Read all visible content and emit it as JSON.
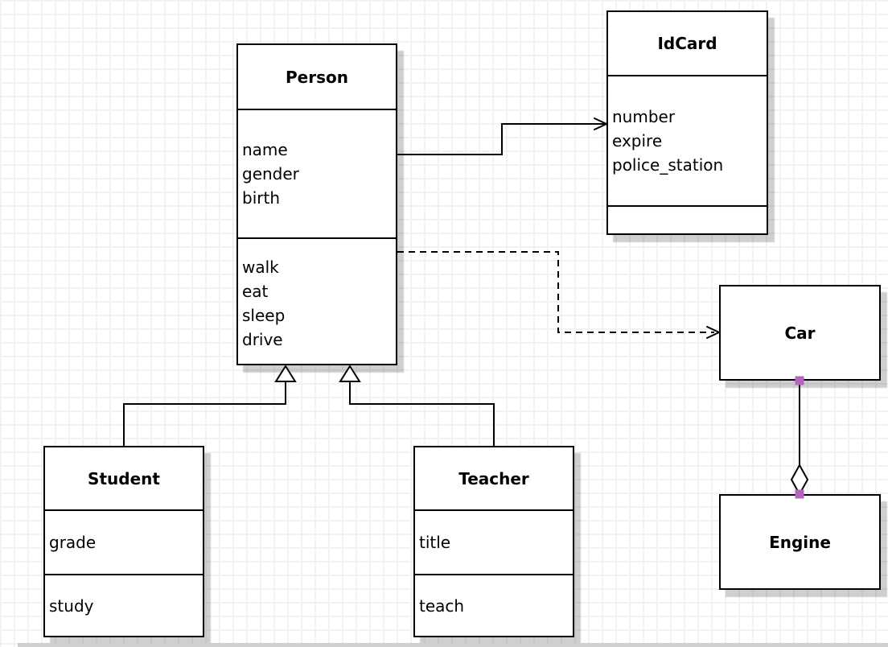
{
  "diagram": {
    "type": "uml-class-diagram",
    "classes": {
      "person": {
        "name": "Person",
        "attributes": [
          "name",
          "gender",
          "birth"
        ],
        "methods": [
          "walk",
          "eat",
          "sleep",
          "drive"
        ]
      },
      "idcard": {
        "name": "IdCard",
        "attributes": [
          "number",
          "expire",
          "police_station"
        ],
        "methods": []
      },
      "car": {
        "name": "Car",
        "attributes": [],
        "methods": []
      },
      "engine": {
        "name": "Engine",
        "attributes": [],
        "methods": []
      },
      "student": {
        "name": "Student",
        "attributes": [
          "grade"
        ],
        "methods": [
          "study"
        ]
      },
      "teacher": {
        "name": "Teacher",
        "attributes": [
          "title"
        ],
        "methods": [
          "teach"
        ]
      }
    },
    "relationships": [
      {
        "from": "Person",
        "to": "IdCard",
        "type": "association",
        "line": "solid",
        "arrow": "open"
      },
      {
        "from": "Person",
        "to": "Car",
        "type": "dependency",
        "line": "dashed",
        "arrow": "open"
      },
      {
        "from": "Student",
        "to": "Person",
        "type": "inheritance",
        "line": "solid",
        "arrow": "hollow-triangle"
      },
      {
        "from": "Teacher",
        "to": "Person",
        "type": "inheritance",
        "line": "solid",
        "arrow": "hollow-triangle"
      },
      {
        "from": "Car",
        "to": "Engine",
        "type": "aggregation",
        "line": "solid",
        "arrow": "hollow-diamond"
      }
    ],
    "colors": {
      "endpoint_handle": "#b566ba",
      "line": "#000000",
      "box_fill": "#ffffff",
      "grid_line": "#f2f2f6",
      "shadow": "#cbcbcb"
    }
  }
}
